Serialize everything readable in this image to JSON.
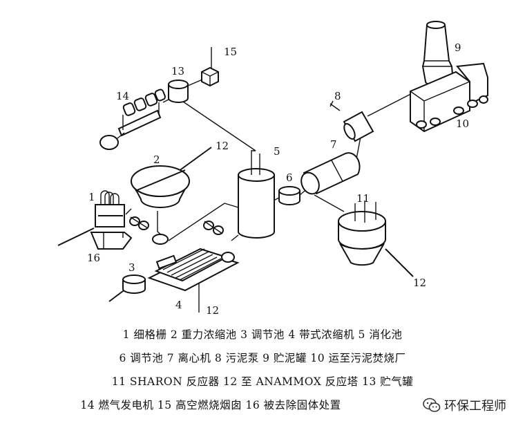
{
  "callouts": {
    "n1": "1",
    "n2": "2",
    "n3": "3",
    "n4": "4",
    "n5": "5",
    "n6": "6",
    "n7": "7",
    "n8": "8",
    "n9": "9",
    "n10": "10",
    "n11": "11",
    "n12a": "12",
    "n12b": "12",
    "n12c": "12",
    "n13": "13",
    "n14": "14",
    "n15": "15",
    "n16": "16"
  },
  "legend": {
    "line1": "1 细格栅 2 重力浓缩池 3 调节池 4 带式浓缩机 5 消化池",
    "line2": "6 调节池 7 离心机 8 污泥泵 9 贮泥罐 10 运至污泥焚烧厂",
    "line3": "11 SHARON 反应器 12 至 ANAMMOX 反应塔 13 贮气罐",
    "line4": "14 燃气发电机 15 高空燃烧烟囱 16 被去除固体处置"
  },
  "watermark": {
    "text": "环保工程师",
    "icon": "wechat-logo-icon"
  },
  "colors": {
    "ink": "#111111",
    "background": "#ffffff"
  }
}
